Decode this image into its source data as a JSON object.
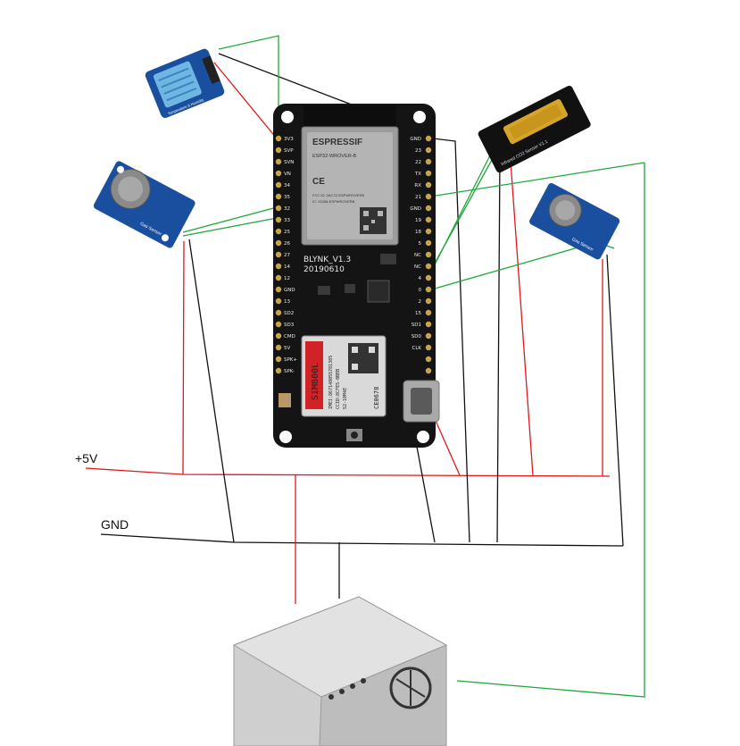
{
  "rails": {
    "vcc_label": "+5V",
    "gnd_label": "GND"
  },
  "board": {
    "module_brand": "ESPRESSIF",
    "module_name": "ESP32-WROVER-B",
    "module_cert1": "FCC ID: 2AC7Z-ESPWROVERB",
    "module_cert2": "IC: 21098-ESPWROVERB",
    "module_ce": "CE",
    "board_name": "BLYNK_V1.3",
    "board_date": "20190610",
    "gsm_name": "SIM800L",
    "gsm_imei": "IMEI:867148055781385",
    "gsm_ccid": "CCID:8CFE5-0BEB",
    "gsm_model": "S2-10M4E",
    "gsm_mark": "CE0678",
    "left_pins": [
      "3V3",
      "SVP",
      "SVN",
      "VN",
      "34",
      "35",
      "32",
      "33",
      "25",
      "26",
      "27",
      "14",
      "12",
      "GND",
      "13",
      "SD2",
      "SD3",
      "CMD",
      "5V",
      "SPK+",
      "SPK-"
    ],
    "right_pins": [
      "GND",
      "23",
      "22",
      "TX",
      "RX",
      "21",
      "GND",
      "19",
      "18",
      "5",
      "NC",
      "NC",
      "4",
      "0",
      "2",
      "15",
      "SD1",
      "SD0",
      "CLK",
      "",
      ""
    ]
  },
  "sensors": {
    "dht_label": "Temperature & Humidity",
    "gas_left_label": "Gas Sensor",
    "gas_right_label": "Gas Sensor",
    "co2_label": "Infrared CO2 Sensor V1.1"
  },
  "colors": {
    "red_wire": "#e0191b",
    "green_wire": "#1fa83a",
    "black_wire": "#111111",
    "pcb": "#141414",
    "blue_pcb": "#1a4fa0"
  }
}
